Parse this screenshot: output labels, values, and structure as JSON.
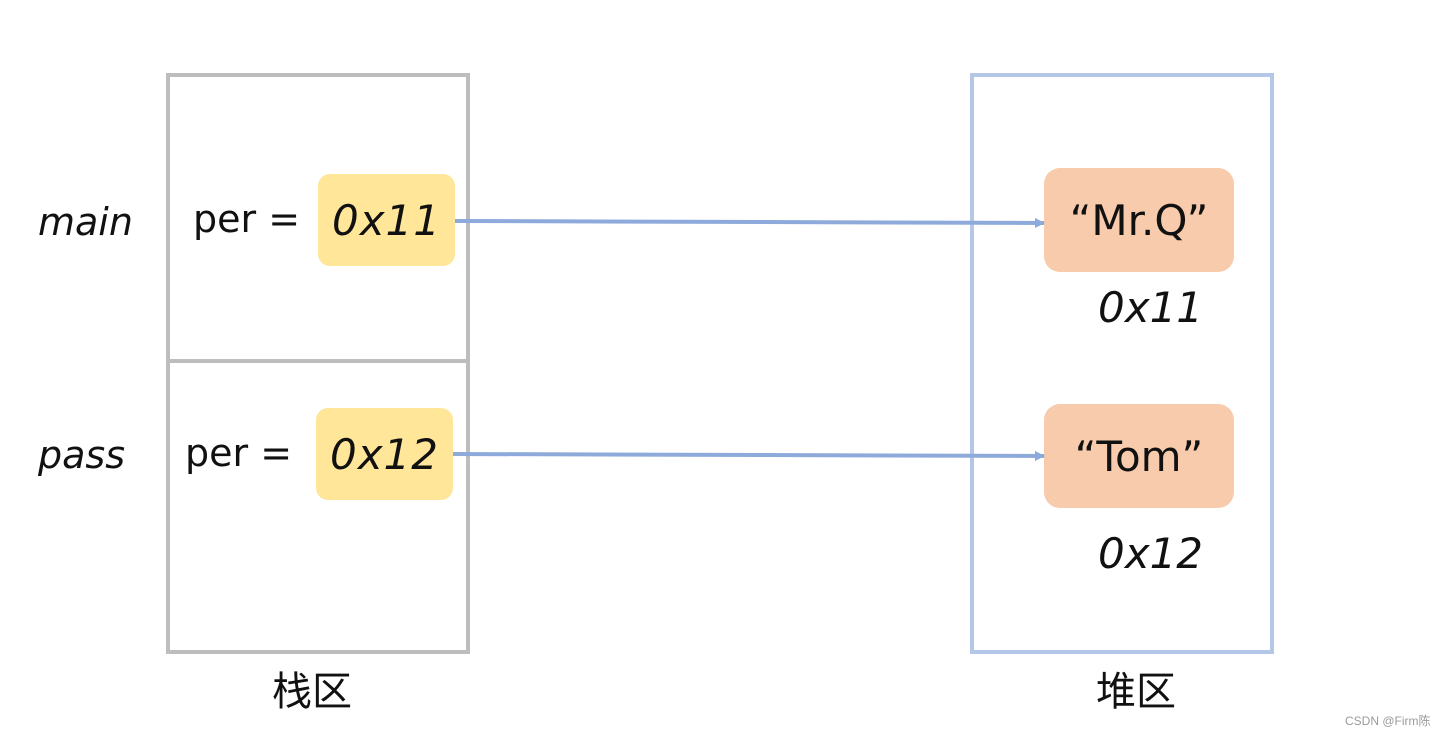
{
  "stack": {
    "title": "栈区",
    "frames": [
      {
        "name": "main",
        "variable": "per =",
        "pointer": "0x11"
      },
      {
        "name": "pass",
        "variable": "per =",
        "pointer": "0x12"
      }
    ]
  },
  "heap": {
    "title": "堆区",
    "objects": [
      {
        "value": "“Mr.Q”",
        "address": "0x11"
      },
      {
        "value": "“Tom”",
        "address": "0x12"
      }
    ]
  },
  "colors": {
    "stack_border": "#bdbdbd",
    "heap_border": "#b4c7e7",
    "pointer_fill": "#ffe699",
    "object_fill": "#f8cbad",
    "arrow": "#8eaadb"
  },
  "watermark": "CSDN @Firm陈"
}
